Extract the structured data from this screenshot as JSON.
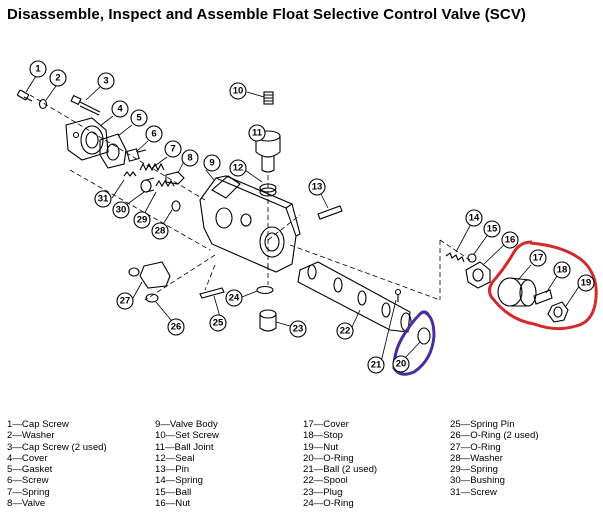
{
  "title": "Disassemble, Inspect and Assemble Float Selective Control Valve (SCV)",
  "highlight_colors": {
    "red": "#d42a2a",
    "purple": "#4b2aa6"
  },
  "callouts": [
    "1",
    "2",
    "3",
    "4",
    "5",
    "6",
    "7",
    "8",
    "9",
    "10",
    "11",
    "12",
    "13",
    "14",
    "15",
    "16",
    "17",
    "18",
    "19",
    "20",
    "21",
    "22",
    "23",
    "24",
    "25",
    "26",
    "27",
    "28",
    "29",
    "30",
    "31"
  ],
  "legend": {
    "col1": [
      "1—Cap Screw",
      "2—Washer",
      "3—Cap Screw (2 used)",
      "4—Cover",
      "5—Gasket",
      "6—Screw",
      "7—Spring",
      "8—Valve"
    ],
    "col2": [
      "9—Valve Body",
      "10—Set Screw",
      "11—Ball Joint",
      "12—Seal",
      "13—Pin",
      "14—Spring",
      "15—Ball",
      "16—Nut"
    ],
    "col3": [
      "17—Cover",
      "18—Stop",
      "19—Nut",
      "20—O-Ring",
      "21—Ball (2 used)",
      "22—Spool",
      "23—Plug",
      "24—O-Ring"
    ],
    "col4": [
      "25—Spring Pin",
      "26—O-Ring (2 used)",
      "27—O-Ring",
      "28—Washer",
      "29—Spring",
      "30—Bushing",
      "31—Screw"
    ]
  }
}
